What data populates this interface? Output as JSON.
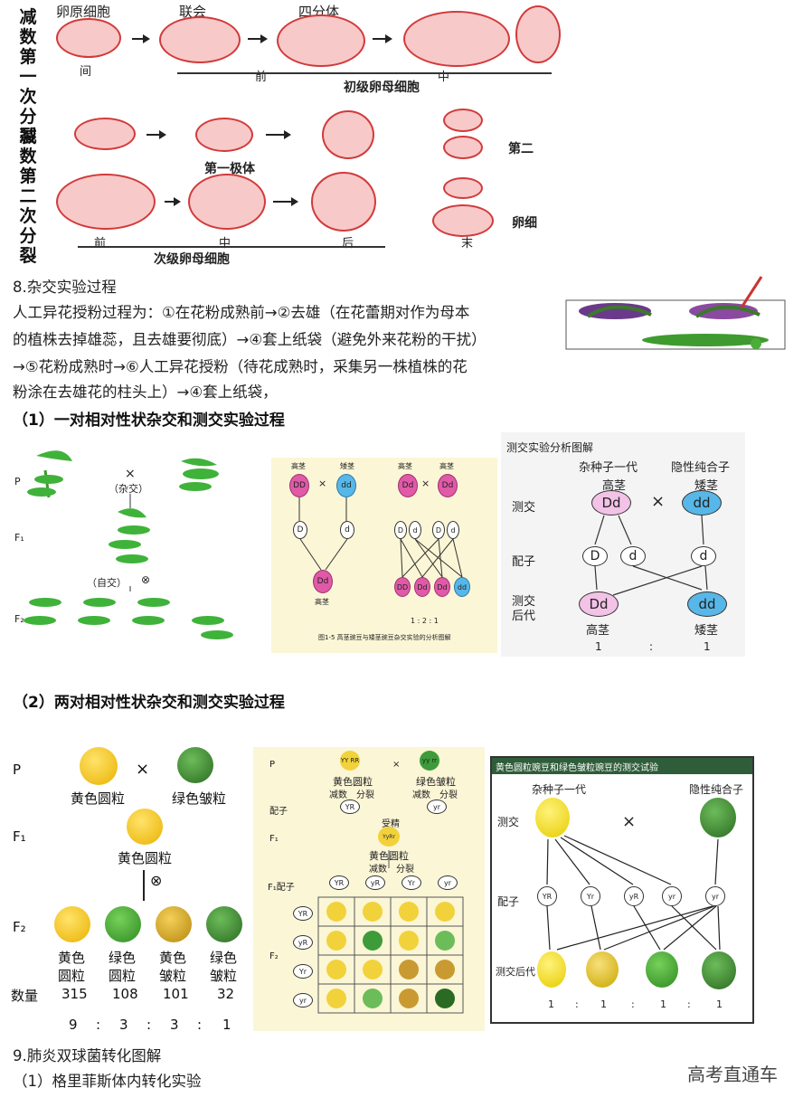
{
  "meiosis": {
    "row1_label": "减数第一次分裂",
    "row2_label": "减数第二次分裂",
    "oocyte_label": "卵原细胞",
    "synapsis_label": "联会",
    "tetrad_label": "四分体",
    "interphase_label": "间",
    "pro1_label": "前",
    "meta1_label": "中",
    "primary_label": "初级卵母细胞",
    "polar_label": "第一极体",
    "second_label": "第二",
    "egg_label": "卵细",
    "pro2_label": "前",
    "meta2_label": "中",
    "ana2_label": "后",
    "end_label": "末",
    "secondary_label": "次级卵母细胞"
  },
  "section8": {
    "title": "8.杂交实验过程",
    "para": "人工异花授粉过程为：①在花粉成熟前→②去雄（在花蕾期对作为母本的植株去掉雄蕊，且去雄要彻底）→④套上纸袋（避免外来花粉的干扰）→⑤花粉成熟时→⑥人工异花授粉（待花成熟时，采集另一株植株的花粉涂在去雄花的柱头上）→④套上纸袋，",
    "line1": "人工异花授粉过程为：①在花粉成熟前→②去雄（在花蕾期对作为母本",
    "line2": "的植株去掉雄蕊，且去雄要彻底）→④套上纸袋（避免外来花粉的干扰）",
    "line3": "→⑤花粉成熟时→⑥人工异花授粉（待花成熟时，采集另一株植株的花",
    "line4": "粉涂在去雄花的柱头上）→④套上纸袋，",
    "heading1": "（1）一对相对性状杂交和测交实验过程",
    "heading2": "（2）两对相对性状杂交和测交实验过程"
  },
  "mono": {
    "p": "P",
    "f1": "F₁",
    "f2": "F₂",
    "cross": "×",
    "cross_label": "（杂交）",
    "self_label": "（自交）",
    "self_sym": "⊗"
  },
  "mono_mid": {
    "tall": "高茎",
    "short": "矮茎",
    "DD": "DD",
    "dd": "dd",
    "Dd": "Dd",
    "D": "D",
    "d": "d",
    "ratio": "1 : 2 : 1",
    "caption": "图1-5 高茎豌豆与矮茎豌豆杂交实验的分析图解"
  },
  "testcross": {
    "title": "测交实验分析图解",
    "hybrid": "杂种子一代",
    "recessive": "隐性纯合子",
    "tall": "高茎",
    "short": "矮茎",
    "row_testcross": "测交",
    "row_gamete": "配子",
    "row_offspring": "测交后代",
    "Dd": "Dd",
    "dd": "dd",
    "D": "D",
    "d": "d",
    "cross": "×",
    "ratio_left": "1",
    "ratio_sep": ":",
    "ratio_right": "1"
  },
  "dihybrid": {
    "p": "P",
    "f1": "F₁",
    "f2": "F₂",
    "yellow_round": "黄色圆粒",
    "green_wrinkled": "绿色皱粒",
    "cross": "×",
    "self": "⊗",
    "f2_labels": [
      "黄色圆粒",
      "绿色圆粒",
      "黄色皱粒",
      "绿色皱粒"
    ],
    "f2_top": [
      "黄色",
      "绿色",
      "黄色",
      "绿色"
    ],
    "f2_bottom": [
      "圆粒",
      "圆粒",
      "皱粒",
      "皱粒"
    ],
    "count_label": "数量",
    "counts": [
      "315",
      "108",
      "101",
      "32"
    ],
    "ratio": [
      "9",
      "3",
      "3",
      "1"
    ],
    "ratio_sep": ":"
  },
  "punnett": {
    "p": "P",
    "gamete": "配子",
    "f1": "F₁",
    "f1_gamete": "F₁配子",
    "f2": "F₂",
    "parent1": "黄色圆粒",
    "parent2": "绿色皱粒",
    "meiosis": "减数",
    "division": "分裂",
    "fertilize": "受精",
    "g1": "YR",
    "g2": "yr",
    "f1_geno": "YyRr",
    "f1_pheno": "黄色圆粒",
    "gametes": [
      "YR",
      "yR",
      "Yr",
      "yr"
    ]
  },
  "dtest": {
    "title": "黄色圆粒豌豆和绿色皱粒豌豆的测交试验",
    "hybrid": "杂种子一代",
    "recessive": "隐性纯合子",
    "row_testcross": "测交",
    "row_gamete": "配子",
    "row_offspring": "测交后代",
    "cross": "×",
    "gametes": [
      "YR",
      "Yr",
      "yR",
      "yr",
      "yr"
    ],
    "ratio": [
      "1",
      ":",
      "1",
      ":",
      "1",
      ":",
      "1"
    ]
  },
  "section9": {
    "title": "9.肺炎双球菌转化图解",
    "sub": "（1）格里菲斯体内转化实验"
  },
  "watermark": "高考直通车",
  "colors": {
    "cell_fill": "#f7c9c9",
    "cell_border": "#d23a3a",
    "pink": "#e8a6cf",
    "blue": "#57b7e8",
    "yellow": "#f2d23b",
    "green": "#3e9b3a",
    "panel_beige": "#fbf6d6",
    "header_green": "#2f5d3a"
  }
}
